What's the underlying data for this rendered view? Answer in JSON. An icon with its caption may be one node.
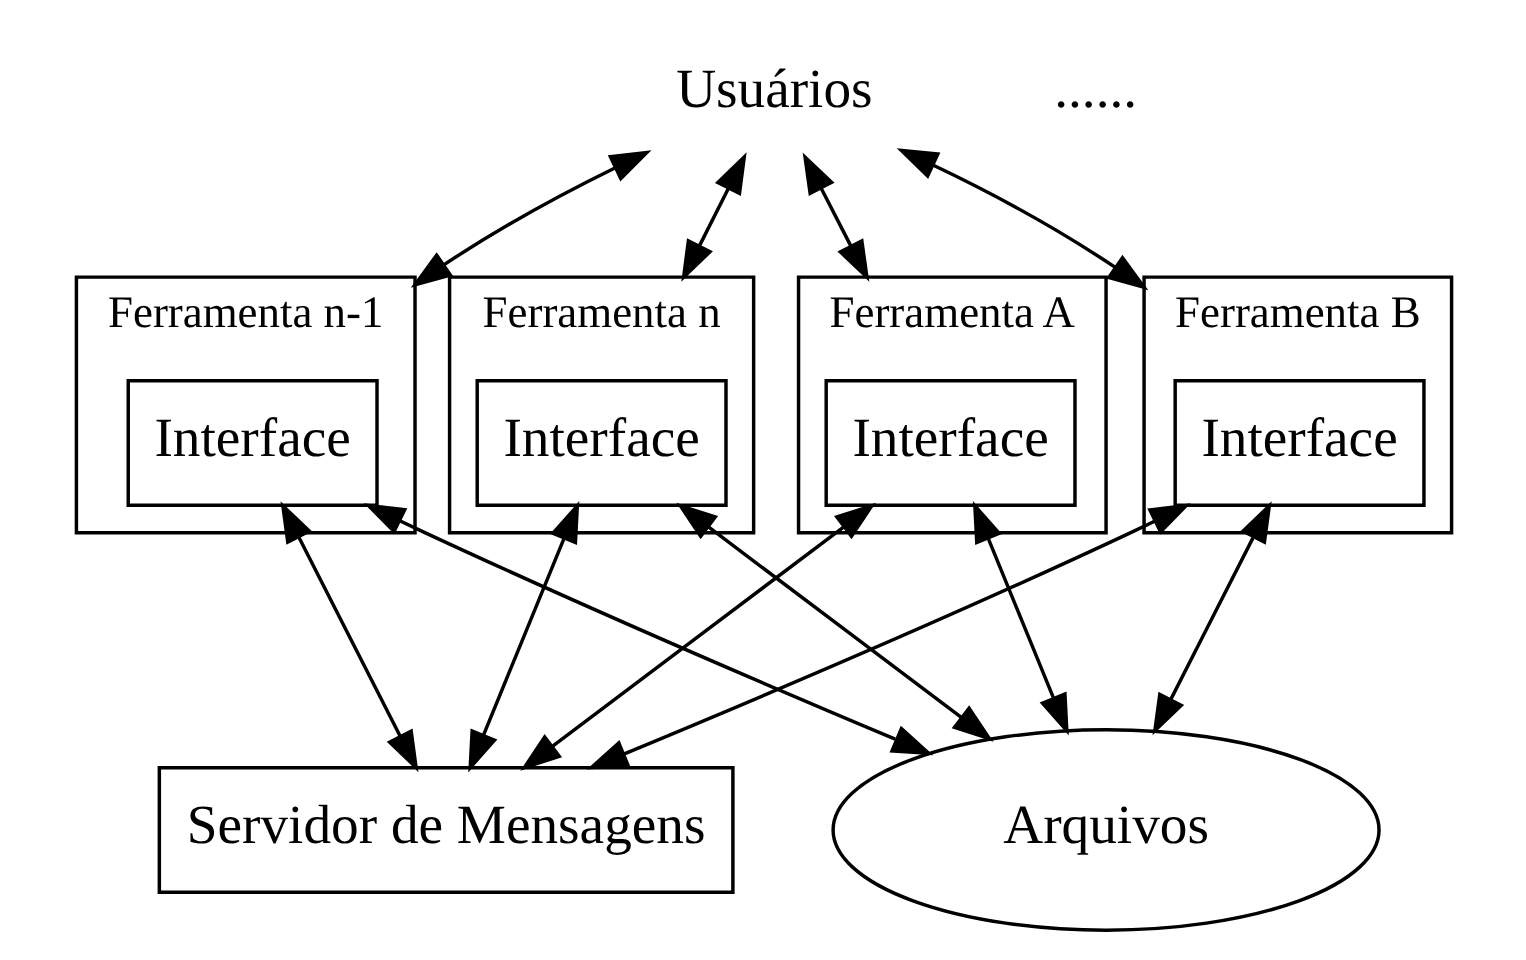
{
  "diagram": {
    "nodes": [
      {
        "text": [
          "Usuários"
        ]
      },
      {
        "text": [
          "Ferramenta A"
        ]
      },
      {
        "text": [
          "Interface"
        ],
        "in": 1
      },
      {
        "text": [
          "Ferramenta B"
        ]
      },
      {
        "text": [
          "Interface"
        ],
        "in": 3
      },
      {
        "text": [
          "Ferramenta n-1"
        ]
      },
      {
        "text": [
          "Interface"
        ],
        "in": 5
      },
      {
        "text": [
          "Ferramenta n"
        ]
      },
      {
        "text": [
          "Interface"
        ],
        "in": 7
      },
      {
        "text": [
          "Servidor de Mensagens"
        ]
      },
      {
        "text": [
          "Arquivos"
        ]
      }
    ],
    "edges": [
      {
        "from": 0,
        "to": 1,
        "arrow": "both"
      },
      {
        "from": 0,
        "to": 3,
        "arrow": "both"
      },
      {
        "from": 0,
        "to": 5,
        "arrow": "both"
      },
      {
        "from": 0,
        "to": 7,
        "arrow": "both"
      },
      {
        "from": 2,
        "to": 9,
        "arrow": "both"
      },
      {
        "from": 2,
        "to": 10,
        "arrow": "both"
      },
      {
        "from": 4,
        "to": 9,
        "arrow": "both"
      },
      {
        "from": 4,
        "to": 10,
        "arrow": "both"
      },
      {
        "from": 6,
        "to": 9,
        "arrow": "both"
      },
      {
        "from": 6,
        "to": 10,
        "arrow": "both"
      },
      {
        "from": 8,
        "to": 9,
        "arrow": "both"
      },
      {
        "from": 8,
        "to": 10,
        "arrow": "both"
      }
    ],
    "labels": [
      "......"
    ]
  }
}
